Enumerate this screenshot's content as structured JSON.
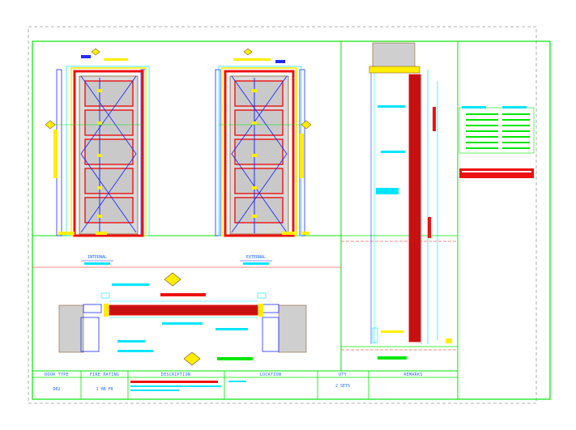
{
  "colors": {
    "green": "#00e600",
    "cyan": "#00e5ff",
    "blue": "#1f2dff",
    "red": "#ee1111",
    "yellow": "#ffee00",
    "grey": "#9a9a9a",
    "brown": "#8a5a2a"
  },
  "elevations": {
    "left_caption": "INTERNAL",
    "right_caption": "EXTERNAL"
  },
  "schedule": {
    "headers": [
      "DOOR TYPE",
      "FIRE RATING",
      "DESCRIPTION",
      "LOCATION",
      "QTY",
      "REMARKS"
    ],
    "row": {
      "door_type": "D02",
      "fire_rating": "1 HR FR",
      "description": "",
      "location": "",
      "qty": "2 SETS",
      "remarks": ""
    }
  }
}
